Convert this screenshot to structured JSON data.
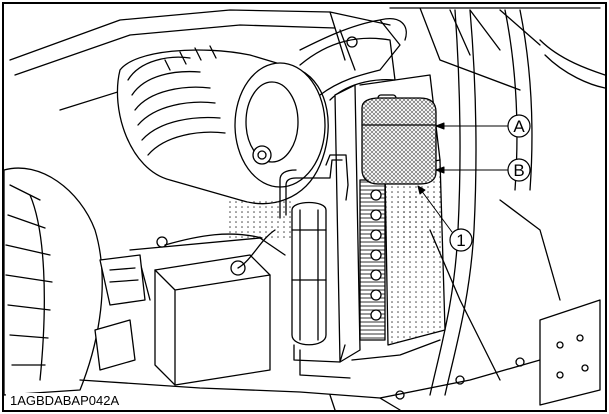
{
  "figure_code": "1AGBDABAP042A",
  "callouts": {
    "a": "A",
    "b": "B",
    "one": "1"
  }
}
